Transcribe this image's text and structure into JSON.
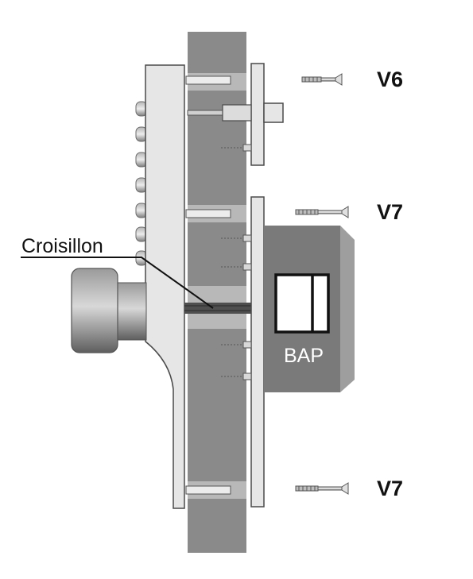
{
  "labels": {
    "screw_top": "V6",
    "screw_middle": "V7",
    "screw_bottom": "V7",
    "cross_piece": "Croisillon",
    "box": "BAP"
  },
  "colors": {
    "wall": "#8a8a8a",
    "wall_band": "#b8b8b8",
    "plate": "#e6e6e6",
    "box": "#7a7a7a",
    "box_side": "#9e9e9e",
    "knob": "#777777",
    "outline": "#4a4a4a"
  }
}
